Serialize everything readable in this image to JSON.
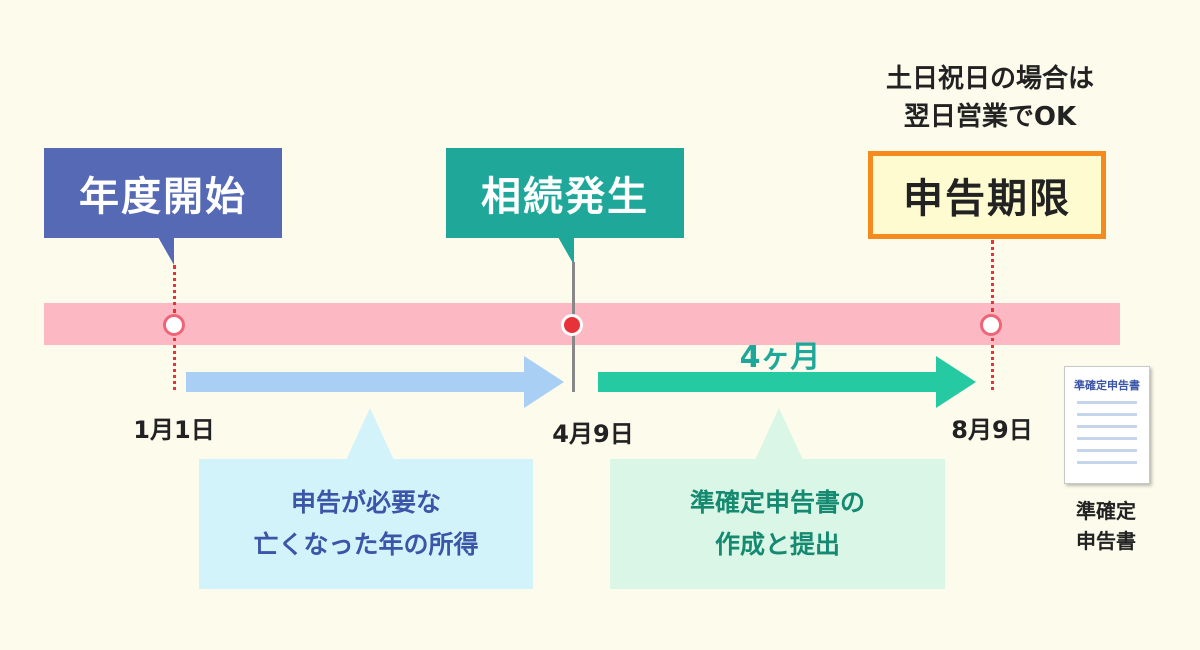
{
  "labels": {
    "year_start": "年度開始",
    "inheritance": "相続発生",
    "deadline": "申告期限"
  },
  "note": {
    "line1": "土日祝日の場合は",
    "line2": "翌日営業でOK"
  },
  "dates": {
    "start": "1月1日",
    "inheritance": "4月9日",
    "deadline": "8月9日"
  },
  "period_label": "4ヶ月",
  "callouts": {
    "left": {
      "line1": "申告が必要な",
      "line2": "亡くなった年の所得"
    },
    "right": {
      "line1": "準確定申告書の",
      "line2": "作成と提出"
    }
  },
  "document": {
    "header": "準確定申告書",
    "caption_line1": "準確定",
    "caption_line2": "申告書"
  },
  "colors": {
    "background": "#fdfcec",
    "year_start_box": "#5569b5",
    "inheritance_box": "#1fa89a",
    "deadline_box_fill": "#fffbd0",
    "deadline_box_border": "#f58a1f",
    "timeline_band": "#fdb9c3",
    "blue_arrow": "#a9cff5",
    "green_arrow": "#25c9a2",
    "left_callout": "#d3f3fb",
    "right_callout": "#d9f6e6"
  }
}
